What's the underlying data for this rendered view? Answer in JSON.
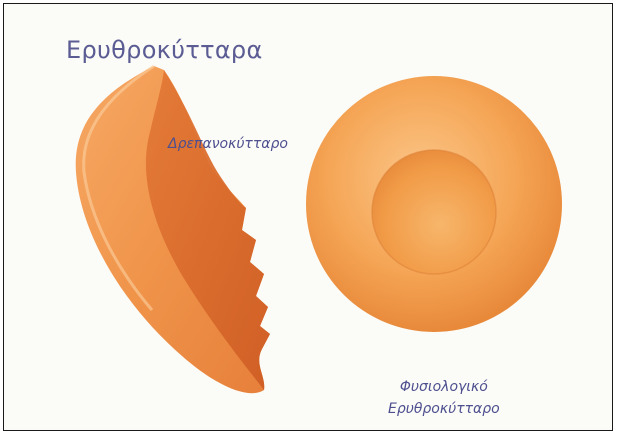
{
  "figure": {
    "title": "Ερυθροκύτταρα",
    "sickle_label": "Δρεπανοκύτταρο",
    "normal_label_line1": "Φυσιολογικό",
    "normal_label_line2": "Ερυθροκύτταρο"
  },
  "colors": {
    "title_text": "#5b5c93",
    "label_text": "#4d4f8f",
    "cell_light": "#f7b66e",
    "cell_mid": "#f09a45",
    "cell_dark": "#d9662a",
    "border": "#1a1a1a"
  }
}
